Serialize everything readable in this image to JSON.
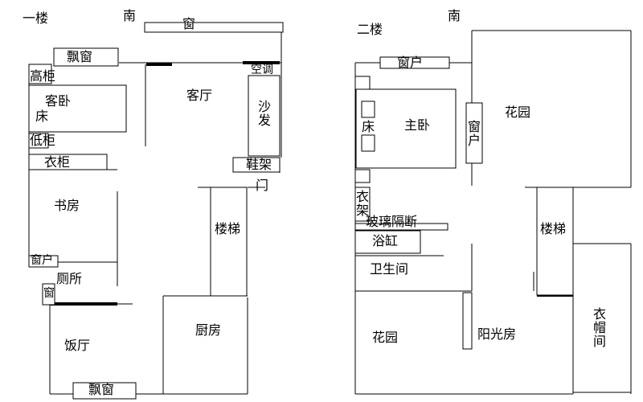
{
  "floor1": {
    "title": "一楼",
    "south": "南",
    "window_top": "窗",
    "bay_window_top": "飘窗",
    "tall_cabinet": "高柜",
    "guest_bedroom": "客卧",
    "guest_bed": "床",
    "low_cabinet": "低柜",
    "wardrobe": "衣柜",
    "aircon": "空调",
    "living_room": "客厅",
    "sofa": "沙发",
    "shoe_rack": "鞋架",
    "door": "门",
    "study": "书房",
    "stairs": "楼梯",
    "window_side": "窗户",
    "toilet": "厕所",
    "window_small": "窗",
    "kitchen": "厨房",
    "dining_room": "饭厅",
    "bay_window_bottom": "飘窗"
  },
  "floor2": {
    "title": "二楼",
    "south": "南",
    "window_top": "窗户",
    "master_bed": "床",
    "master_bedroom": "主卧",
    "window_vertical": "窗户",
    "garden_top": "花园",
    "clothes_rack": "衣架",
    "glass_partition": "玻璃隔断",
    "bathtub": "浴缸",
    "stairs": "楼梯",
    "bathroom": "卫生间",
    "garden_bottom": "花园",
    "sunroom": "阳光房",
    "cloakroom": "衣帽间"
  }
}
